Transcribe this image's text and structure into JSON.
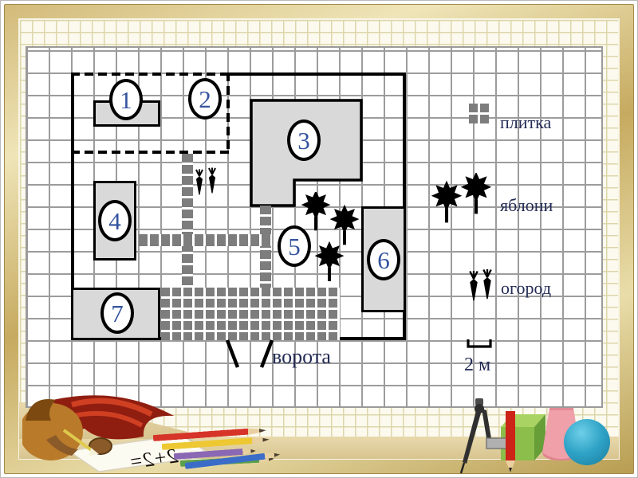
{
  "plan": {
    "region_numbers": [
      "1",
      "2",
      "3",
      "4",
      "5",
      "6",
      "7"
    ],
    "gate_label": "ворота"
  },
  "legend": {
    "tile_label": "плитка",
    "trees_label": "яблони",
    "garden_label": "огород",
    "scale_label": "2 м"
  },
  "decorations": {
    "paper_text": "2+2="
  },
  "colors": {
    "region_fill": "#d9d9d9",
    "tile_gray": "#7d7d7d",
    "number_blue": "#33539e",
    "label_ink": "#242c55",
    "frame_gold": "#d9c27c"
  }
}
